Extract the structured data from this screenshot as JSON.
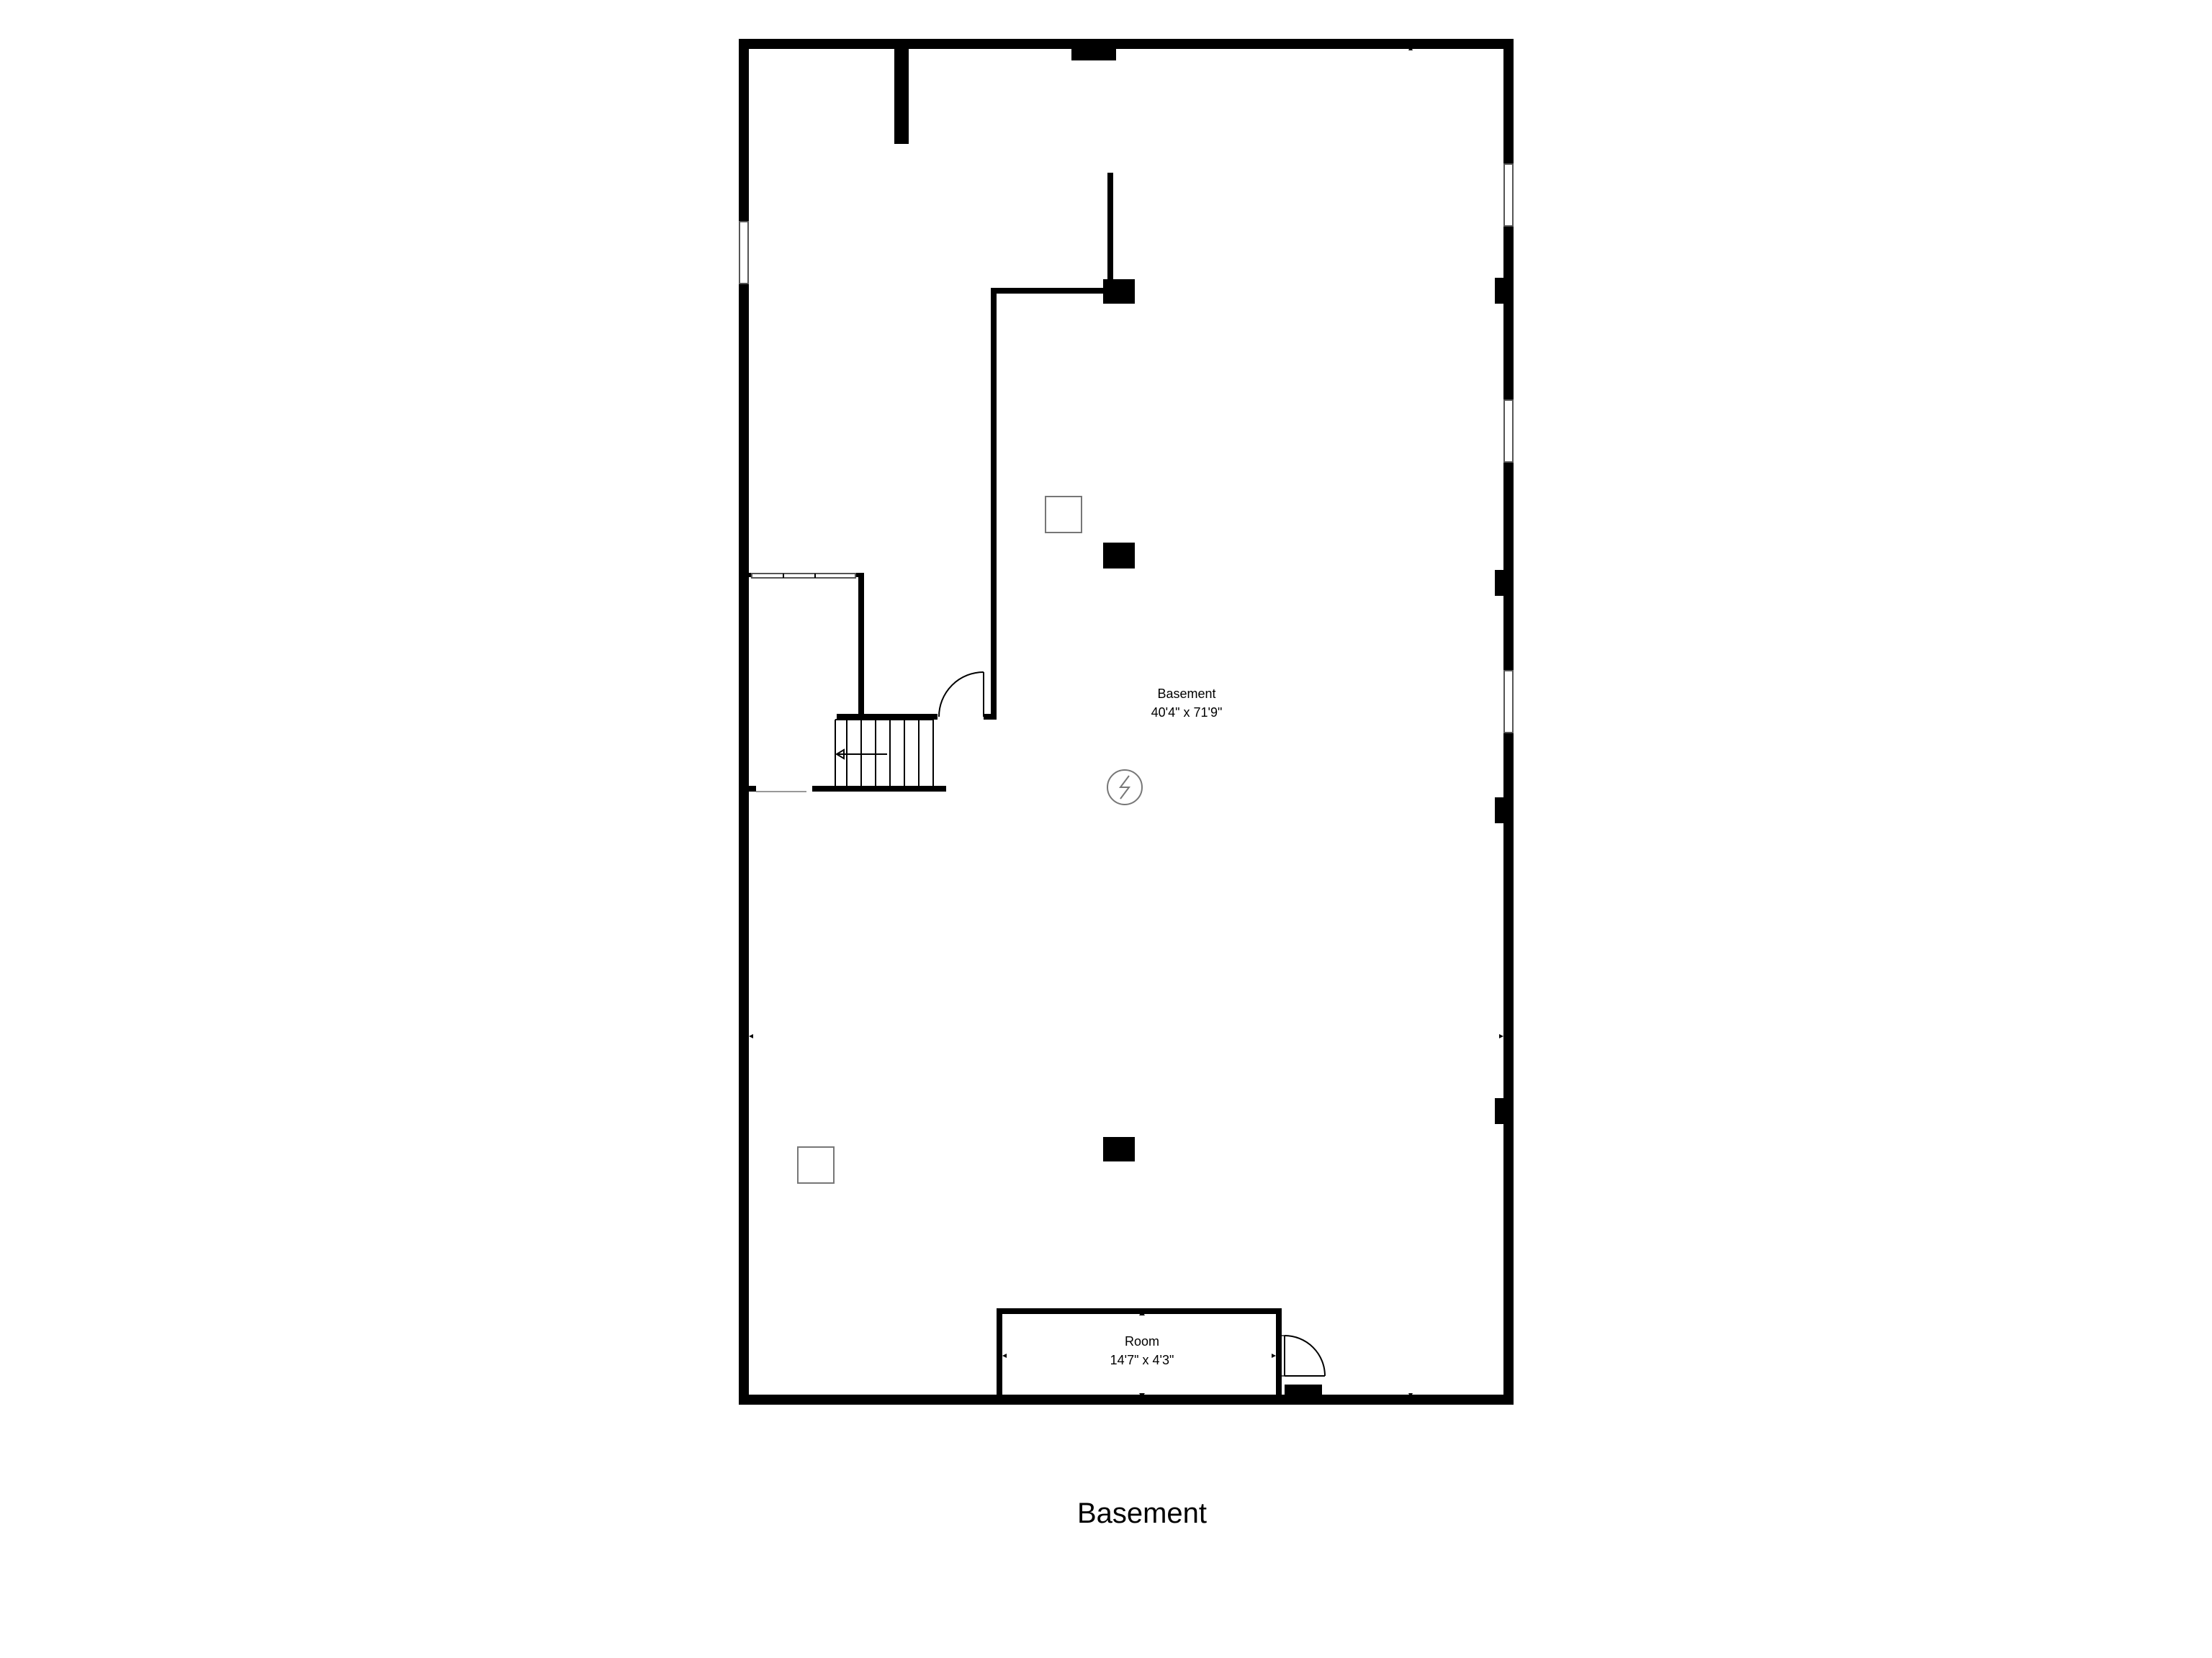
{
  "floor": {
    "title": "Basement"
  },
  "rooms": [
    {
      "name": "Basement",
      "dimensions": "40'4\" x 71'9\""
    },
    {
      "name": "Room",
      "dimensions": "14'7\" x 4'3\""
    }
  ],
  "colors": {
    "wall": "#000000",
    "background": "#ffffff"
  },
  "icons": [
    "electrical-panel-icon",
    "stair-direction-arrow-icon"
  ]
}
